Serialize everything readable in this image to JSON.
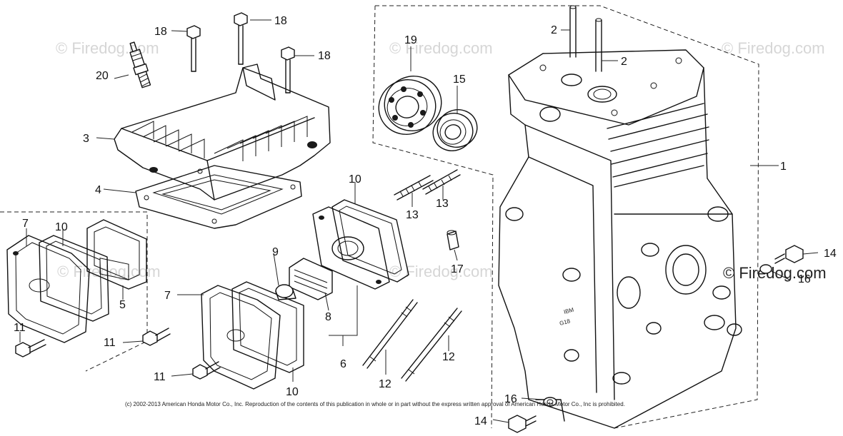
{
  "watermark": {
    "text": "© Firedog.com",
    "prominent_text": "© Firedog.com"
  },
  "copyright": "(c) 2002-2013 American Honda Motor Co., Inc. Reproduction of the contents of this publication in whole or in part without the express written approval of American Honda Motor Co., Inc is prohibited.",
  "callouts": {
    "c1": "1",
    "c2a": "2",
    "c2b": "2",
    "c3": "3",
    "c4": "4",
    "c5": "5",
    "c6": "6",
    "c7a": "7",
    "c7b": "7",
    "c8": "8",
    "c9": "9",
    "c10a": "10",
    "c10b": "10",
    "c10c": "10",
    "c11a": "11",
    "c11b": "11",
    "c11c": "11",
    "c12a": "12",
    "c12b": "12",
    "c13a": "13",
    "c13b": "13",
    "c14a": "14",
    "c14b": "14",
    "c15": "15",
    "c16a": "16",
    "c16b": "16",
    "c17": "17",
    "c18a": "18",
    "c18b": "18",
    "c18c": "18",
    "c19": "19",
    "c20": "20"
  },
  "cast_marks": {
    "m1": "IBM",
    "m2": "G18"
  }
}
